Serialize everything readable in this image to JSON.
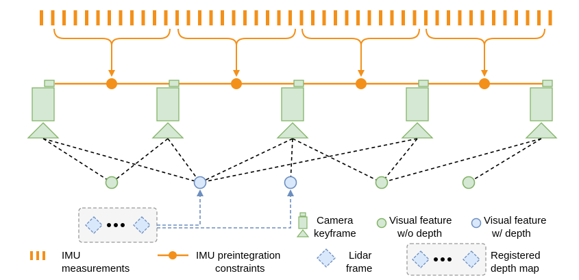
{
  "colors": {
    "imu": "#f39019",
    "camera_fill": "#d5e8d4",
    "camera_stroke": "#82b366",
    "feature_depth_fill": "#dae8fc",
    "feature_depth_stroke": "#6c8ebf",
    "constraint_line": "#000000",
    "lidar_fill": "#dae8fc",
    "lidar_stroke": "#6c8ebf",
    "group_box_stroke": "#999999",
    "group_box_fill": "#f5f5f5"
  },
  "legend": {
    "camera": {
      "line1": "Camera",
      "line2": "keyframe",
      "icon": "camera-keyframe-icon"
    },
    "feature_wo": {
      "line1": "Visual feature",
      "line2": "w/o depth",
      "icon": "green-circle-icon"
    },
    "feature_w": {
      "line1": "Visual feature",
      "line2": "w/ depth",
      "icon": "blue-circle-icon"
    },
    "imu_meas": {
      "line1": "IMU",
      "line2": "measurements",
      "icon": "imu-ticks-icon"
    },
    "imu_preint": {
      "line1": "IMU preintegration",
      "line2": "constraints",
      "icon": "imu-line-dot-icon"
    },
    "lidar": {
      "line1": "Lidar",
      "line2": "frame",
      "icon": "lidar-diamond-icon"
    },
    "depth_map": {
      "line1": "Registered",
      "line2": "depth map",
      "icon": "depth-map-icon"
    }
  }
}
